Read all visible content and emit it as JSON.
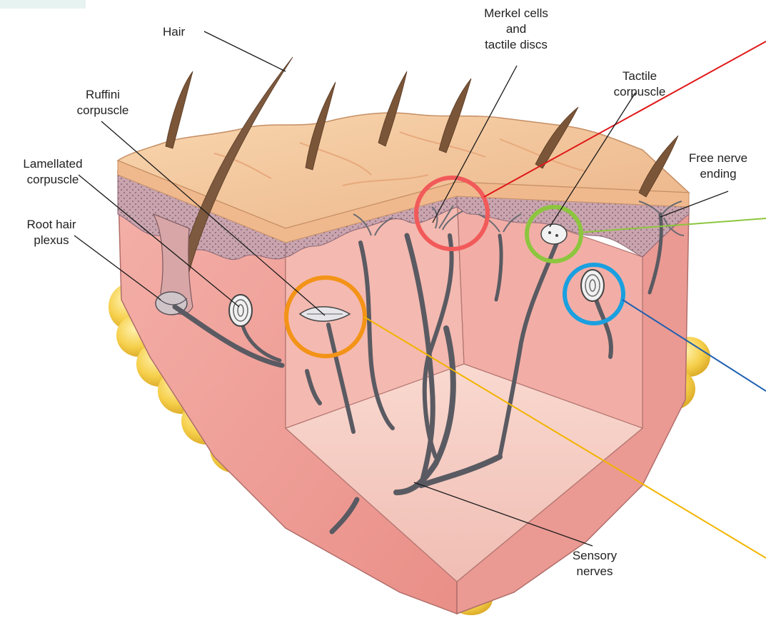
{
  "labels": {
    "hair": "Hair",
    "merkel": [
      "Merkel cells",
      "and",
      "tactile discs"
    ],
    "ruffini": [
      "Ruffini",
      "corpuscle"
    ],
    "tactile": [
      "Tactile",
      "corpuscle"
    ],
    "free_nerve": [
      "Free nerve",
      "ending"
    ],
    "lamellated": [
      "Lamellated",
      "corpuscle"
    ],
    "root_hair": [
      "Root hair",
      "plexus"
    ],
    "sensory": [
      "Sensory",
      "nerves"
    ]
  },
  "highlights": [
    {
      "name": "merkel-highlight",
      "color": "#f25a5a",
      "line_color": "#e01818"
    },
    {
      "name": "tactile-highlight",
      "color": "#8cc63e",
      "line_color": "#8cc63e"
    },
    {
      "name": "lamellated-highlight",
      "color": "#1aa0e0",
      "line_color": "#1f5fb0"
    },
    {
      "name": "ruffini-highlight",
      "color": "#f39317",
      "line_color": "#f2b400"
    }
  ],
  "colors": {
    "skin_top": "#f3c79b",
    "epidermis": "#c9a4a8",
    "dermis": "#f0a4a0",
    "cavity": "#f7cfc6",
    "fat": "#f5d04a",
    "nerve": "#58585f",
    "hair": "#6e4b30"
  }
}
